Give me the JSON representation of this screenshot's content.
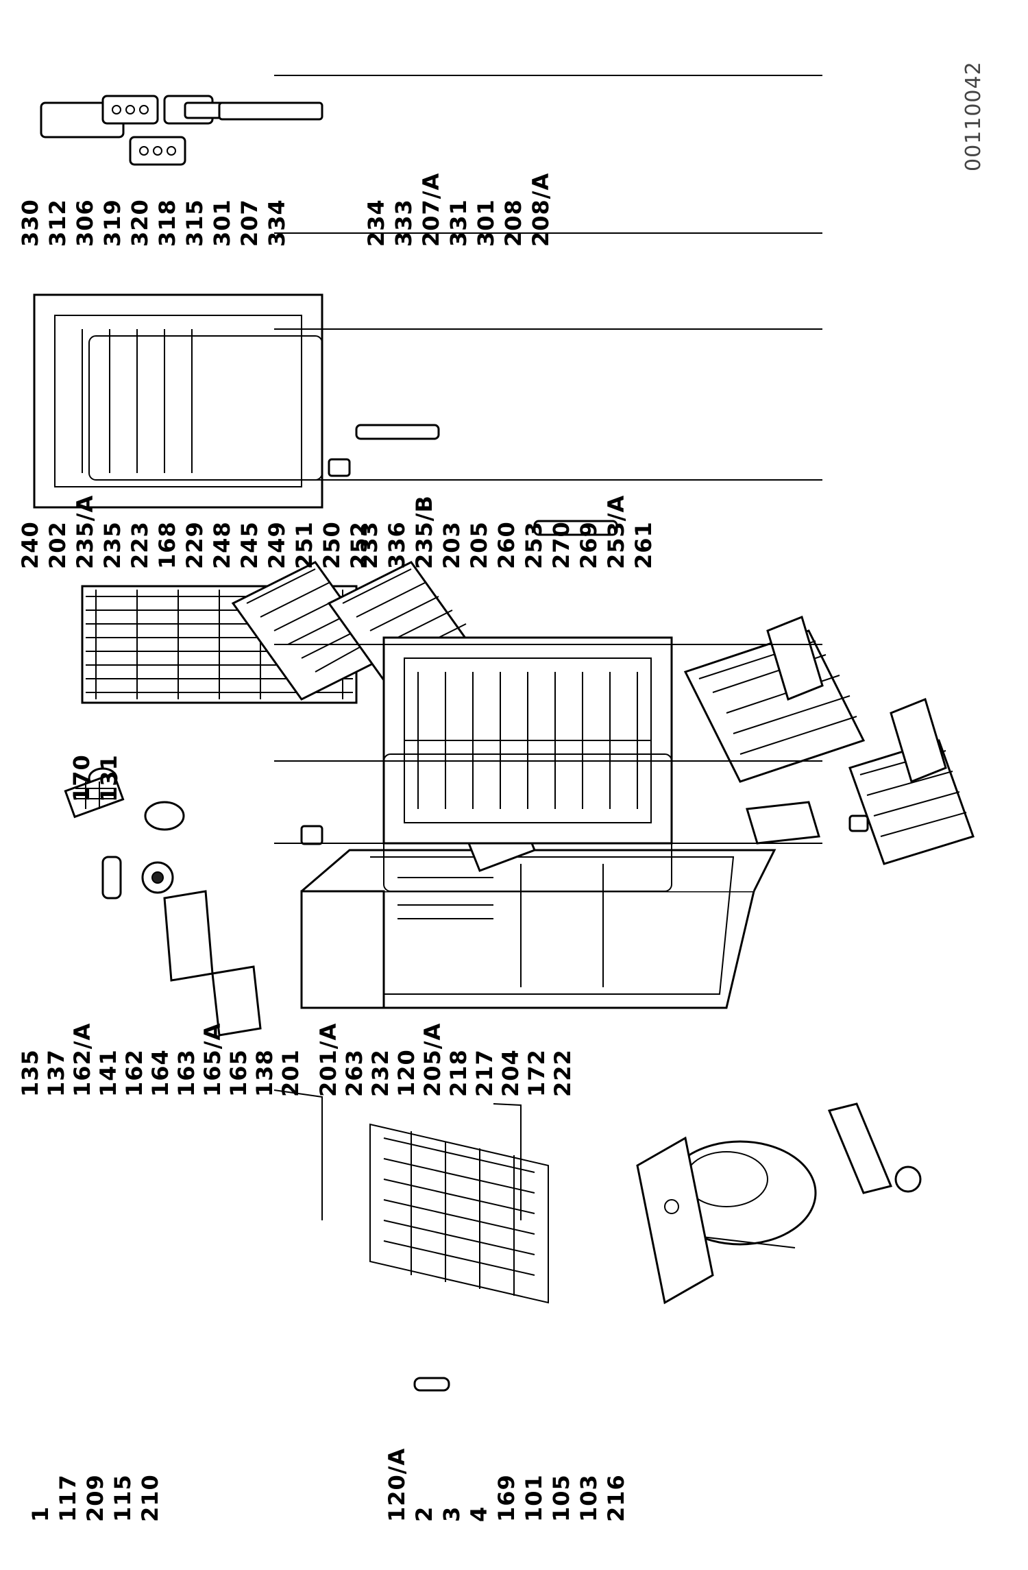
{
  "drawing_code": "00110042",
  "labels": {
    "coil_group": [
      "1",
      "117",
      "209",
      "115",
      "210"
    ],
    "small_parts_left": [
      "120/A",
      "2",
      "3",
      "4"
    ],
    "compressor_group": [
      "169",
      "101",
      "105",
      "103",
      "216"
    ],
    "controls_group": [
      "135",
      "137",
      "162/A",
      "141",
      "162",
      "164",
      "163",
      "165/A",
      "165",
      "138",
      "201"
    ],
    "cabinet_group": [
      "201/A",
      "263",
      "232",
      "120",
      "205/A",
      "218",
      "217",
      "204",
      "172",
      "222"
    ],
    "top_labels": [
      "170",
      "131"
    ],
    "shelves_group": [
      "240",
      "202",
      "235/A",
      "235",
      "223",
      "168",
      "229",
      "248",
      "245",
      "249",
      "251",
      "250",
      "252"
    ],
    "baskets_group": [
      "233",
      "336",
      "235/B",
      "203",
      "205",
      "260",
      "253",
      "270",
      "269",
      "253/A",
      "261"
    ],
    "door_upper_group": [
      "330",
      "312",
      "306",
      "319",
      "320",
      "318",
      "315",
      "301",
      "207",
      "334"
    ],
    "door_lower_group": [
      "234",
      "333",
      "207/A",
      "331",
      "301",
      "208",
      "208/A"
    ]
  }
}
